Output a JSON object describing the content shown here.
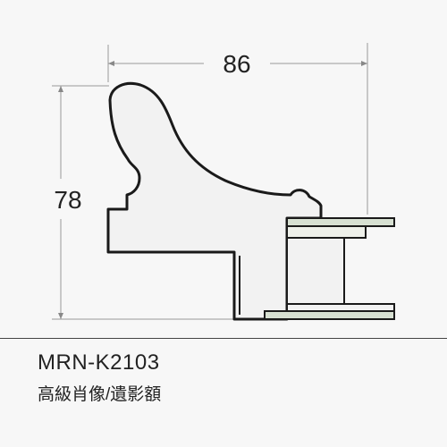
{
  "dimensions": {
    "width_label": "86",
    "height_label": "78"
  },
  "product": {
    "code": "MRN-K2103",
    "type": "高級肖像/遺影額"
  },
  "colors": {
    "background": "#f7f7f7",
    "line": "#1a1a1a",
    "dim_line": "#999999",
    "profile_fill": "#f2f2f2",
    "glass_fill": "#d7e0d2"
  }
}
